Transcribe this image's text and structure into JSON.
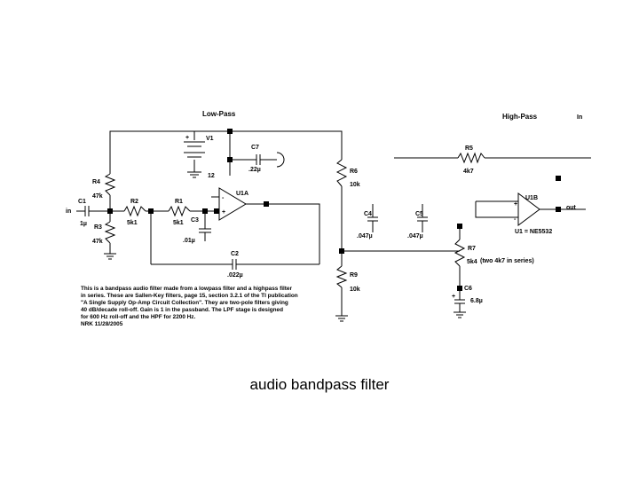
{
  "sections": {
    "low_pass": "Low-Pass",
    "high_pass": "High-Pass"
  },
  "net_labels": {
    "input": "in",
    "output": "out",
    "top_right": "In"
  },
  "components": {
    "v1": {
      "name": "V1",
      "value": "12"
    },
    "c7": {
      "name": "C7",
      "value": ".22µ"
    },
    "r4": {
      "name": "R4",
      "value": "47k"
    },
    "c1": {
      "name": "C1",
      "value": "1µ"
    },
    "r3": {
      "name": "R3",
      "value": "47k"
    },
    "r2": {
      "name": "R2",
      "value": "5k1"
    },
    "r1": {
      "name": "R1",
      "value": "5k1"
    },
    "c3": {
      "name": "C3",
      "value": ".01µ"
    },
    "u1a": {
      "name": "U1A"
    },
    "c2": {
      "name": "C2",
      "value": ".022µ"
    },
    "r6": {
      "name": "R6",
      "value": "10k"
    },
    "r9": {
      "name": "R9",
      "value": "10k"
    },
    "c4": {
      "name": "C4",
      "value": ".047µ"
    },
    "c5": {
      "name": "C5",
      "value": ".047µ"
    },
    "r5": {
      "name": "R5",
      "value": "4k7"
    },
    "u1b": {
      "name": "U1B",
      "part": "U1 = NE5532"
    },
    "r7": {
      "name": "R7",
      "value": "5k4",
      "note": "(two 4k7 in series)"
    },
    "c6": {
      "name": "C6",
      "value": "6.8µ"
    }
  },
  "description_lines": [
    "This is a bandpass audio filter made from a lowpass filter and a highpass filter",
    "in series. These are Sallen-Key filters, page 15, section 3.2.1 of the TI publication",
    "\"A Single Supply Op-Amp Circuit Collection\".   They are two-pole filters giving",
    "40 dB/decade roll-off. Gain is 1 in the passband.  The LPF stage is designed",
    "for 600 Hz roll-off and the HPF for 2200 Hz.",
    "NRK 11/28/2005"
  ],
  "caption": "audio bandpass filter"
}
